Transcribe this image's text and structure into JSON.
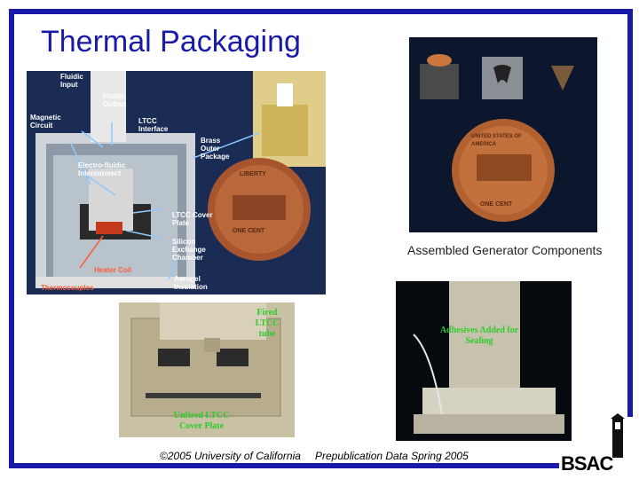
{
  "slide": {
    "title": "Thermal Packaging",
    "brand_color": "#1a1aa8"
  },
  "left_photo": {
    "labels": {
      "fluidic_input": "Fluidic Input",
      "fluidic_output": "Fluidic Output",
      "magnetic_circuit": "Magnetic Circuit",
      "ltcc_interface": "LTCC Interface",
      "brass_outer_package": "Brass Outer Package",
      "electro_fluidic": "Electro-fluidic Interconnect",
      "ltcc_cover_plate": "LTCC Cover Plate",
      "silicon_exchange": "Silicon Exchange Chamber",
      "heater_coil": "Heater Coil",
      "aerogel": "Aerogel Insulation",
      "thermocouples": "Thermocouples"
    },
    "coin": {
      "line1": "LIBERTY",
      "line2": "ONE CENT"
    }
  },
  "right_photo": {
    "caption": "Assembled Generator Components",
    "coin": {
      "line1": "UNITED STATES OF AMERICA",
      "line2": "ONE CENT"
    }
  },
  "bottom_left_photo": {
    "label_fired": "Fired LTCC tube",
    "label_unfired": "Unfired LTCC Cover Plate"
  },
  "bottom_right_photo": {
    "label": "Adhesives Added for Sealing"
  },
  "footer": {
    "copyright": "©2005 University of California",
    "prepub": "Prepublication Data Spring 2005",
    "logo_text": "BSAC"
  }
}
